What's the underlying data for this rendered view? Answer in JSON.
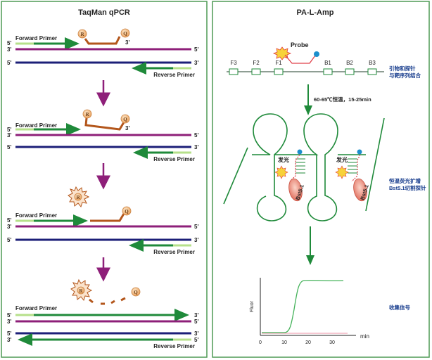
{
  "left_panel": {
    "title": "TaqMan  qPCR",
    "labels": {
      "five_prime": "5'",
      "three_prime": "3'",
      "forward_primer": "Forward Primer",
      "reverse_primer": "Reverse Primer",
      "reporter": "R",
      "quencher": "Q"
    }
  },
  "right_panel": {
    "title": "PA-L-Amp",
    "probe_label": "Probe",
    "primer_sites": [
      "F3",
      "F2",
      "F1",
      "B1",
      "B2",
      "B3"
    ],
    "binding_caption": [
      "引物和探针",
      "与靶序列结合"
    ],
    "condition": "60-65℃恒温，15-25min",
    "amplify_caption": [
      "恒温荧光扩增",
      "Bst5.1切割探针"
    ],
    "glow_label": "发光",
    "enzyme_label": "Bst5.1",
    "collect_caption": "收集信号",
    "chart": {
      "y_label": "Fluor",
      "x_unit": "min",
      "x_ticks": [
        "0",
        "10",
        "20",
        "30"
      ]
    }
  },
  "colors": {
    "panel_border": "#4f9a55",
    "primer_green": "#1f8a3a",
    "strand_purple": "#8e1f79",
    "strand_navy": "#1c1f78",
    "primer_light": "#b6e08a",
    "probe_brown": "#b3561b",
    "arrow_purple": "#8e1f79",
    "label_blue": "#1a3f8f"
  }
}
